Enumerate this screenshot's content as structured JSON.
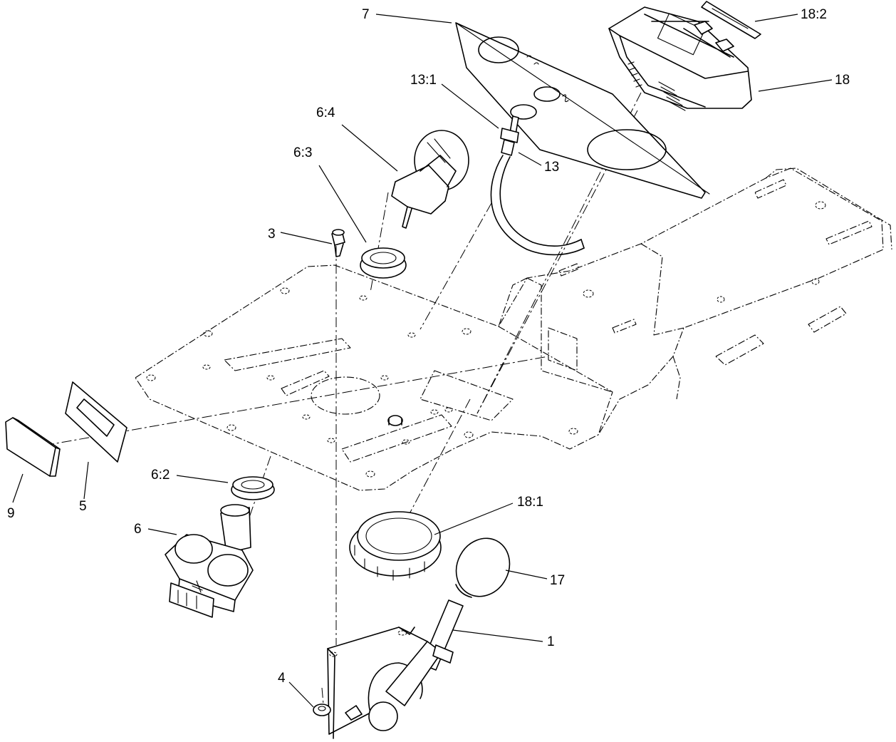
{
  "callouts": {
    "c7": "7",
    "c18_2": "18:2",
    "c18": "18",
    "c13_1": "13:1",
    "c13": "13",
    "c6_4": "6:4",
    "c6_3": "6:3",
    "c3": "3",
    "c9": "9",
    "c5": "5",
    "c6_2": "6:2",
    "c6": "6",
    "c18_1": "18:1",
    "c17": "17",
    "c1": "1",
    "c4": "4"
  }
}
